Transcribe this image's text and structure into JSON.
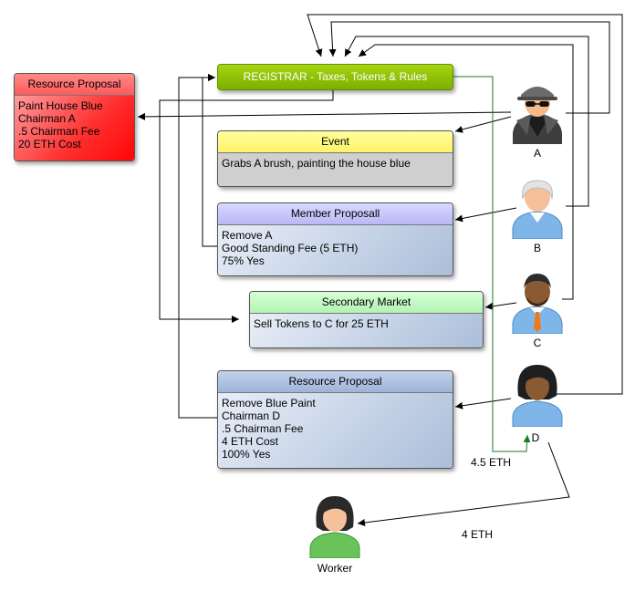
{
  "registrar": {
    "title": "REGISTRAR - Taxes, Tokens & Rules"
  },
  "resource_proposal_a": {
    "title": "Resource Proposal",
    "lines": [
      "Paint House Blue",
      "Chairman A",
      ".5 Chairman Fee",
      "20 ETH Cost"
    ]
  },
  "event": {
    "title": "Event",
    "lines": [
      "Grabs A brush, painting the house blue"
    ]
  },
  "member_proposal": {
    "title": "Member Proposall",
    "lines": [
      "Remove A",
      "Good Standing Fee (5 ETH)",
      "75% Yes"
    ]
  },
  "secondary_market": {
    "title": "Secondary Market",
    "lines": [
      "Sell Tokens to C for 25 ETH"
    ]
  },
  "resource_proposal_d": {
    "title": "Resource Proposal",
    "lines": [
      "Remove Blue Paint",
      "Chairman D",
      ".5 Chairman Fee",
      "4 ETH Cost",
      "100% Yes"
    ]
  },
  "actors": {
    "a": {
      "label": "A",
      "icon": "spy-user-icon"
    },
    "b": {
      "label": "B",
      "icon": "gray-haired-user-icon"
    },
    "c": {
      "label": "C",
      "icon": "user-icon"
    },
    "d": {
      "label": "D",
      "icon": "female-user-icon"
    },
    "worker": {
      "label": "Worker",
      "icon": "worker-user-icon"
    }
  },
  "edges": {
    "registrar_to_d": "4.5 ETH",
    "d_to_worker": "4 ETH"
  },
  "colors": {
    "registrar": "#8cc20a",
    "resource_proposal_a": "#ff3030",
    "event_header": "#fff36a",
    "member_header": "#c8c8fa",
    "market_header": "#c4f8c4",
    "resource_proposal_d_header": "#b0c3e2",
    "green_edge": "#2a8a2a"
  }
}
